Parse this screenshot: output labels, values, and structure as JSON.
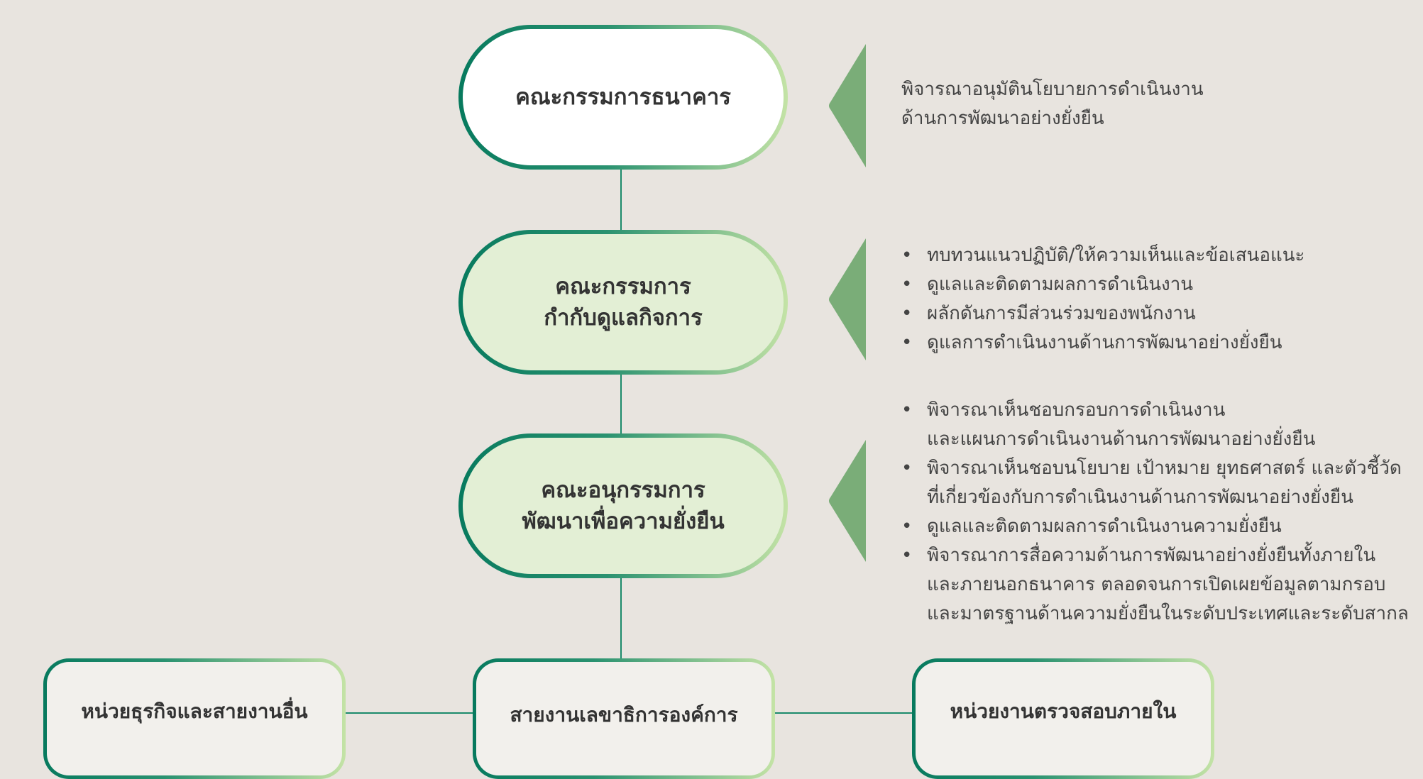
{
  "nodes": {
    "board": "คณะกรรมการธนาคาร",
    "governance_line1": "คณะกรรมการ",
    "governance_line2": "กำกับดูแลกิจการ",
    "sustainability_line1": "คณะอนุกรรมการ",
    "sustainability_line2": "พัฒนาเพื่อความยั่งยืน",
    "business_units": "หน่วยธุรกิจและสายงานอื่น",
    "secretariat": "สายงานเลขาธิการองค์การ",
    "internal_audit": "หน่วยงานตรวจสอบภายใน"
  },
  "descriptions": {
    "board": [
      "พิจารณาอนุมัตินโยบายการดำเนินงาน",
      "ด้านการพัฒนาอย่างยั่งยืน"
    ],
    "governance": [
      "ทบทวนแนวปฏิบัติ/ให้ความเห็นและข้อเสนอแนะ",
      "ดูแลและติดตามผลการดำเนินงาน",
      "ผลักดันการมีส่วนร่วมของพนักงาน",
      "ดูแลการดำเนินงานด้านการพัฒนาอย่างยั่งยืน"
    ],
    "sustainability": [
      [
        "พิจารณาเห็นชอบกรอบการดำเนินงาน",
        "และแผนการดำเนินงานด้านการพัฒนาอย่างยั่งยืน"
      ],
      [
        "พิจารณาเห็นชอบนโยบาย เป้าหมาย ยุทธศาสตร์ และตัวชี้วัด",
        "ที่เกี่ยวข้องกับการดำเนินงานด้านการพัฒนาอย่างยั่งยืน"
      ],
      [
        "ดูแลและติดตามผลการดำเนินงานความยั่งยืน"
      ],
      [
        "พิจารณาการสื่อความด้านการพัฒนาอย่างยั่งยืนทั้งภายใน",
        "และภายนอกธนาคาร ตลอดจนการเปิดเผยข้อมูลตามกรอบ",
        "และมาตรฐานด้านความยั่งยืนในระดับประเทศและระดับสากล"
      ]
    ]
  },
  "colors": {
    "background": "#e8e4df",
    "dark_green": "#077a5e",
    "light_green": "#c4e3a6",
    "pill_fill": "#e3efd5",
    "triangle": "#7aad78"
  }
}
